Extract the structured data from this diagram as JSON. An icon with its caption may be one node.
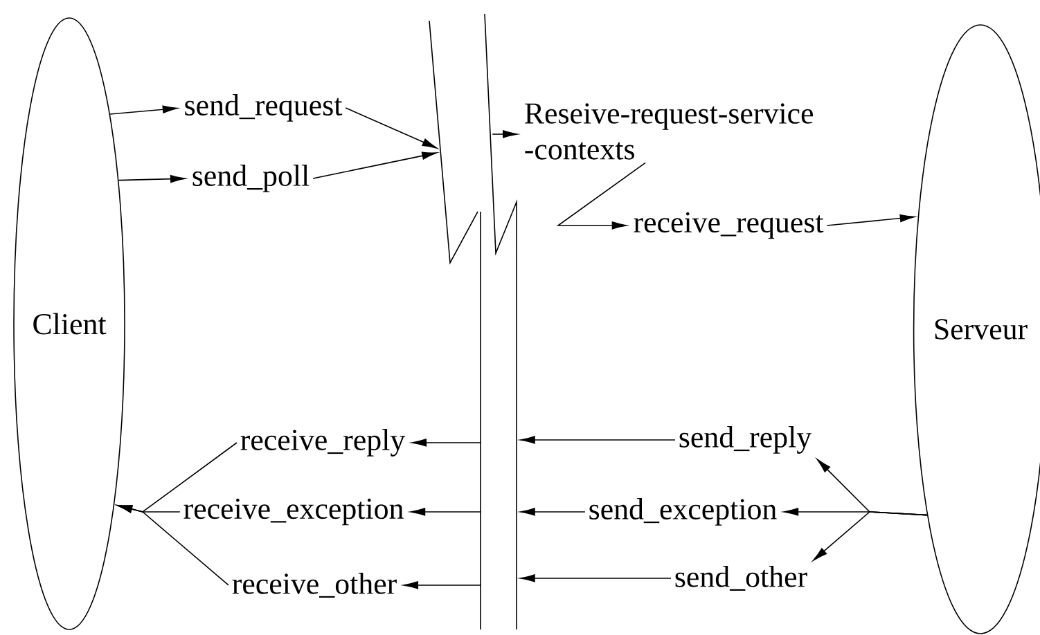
{
  "diagram": {
    "nodes": [
      {
        "text": [
          "Client"
        ]
      },
      {
        "text": [
          "Serveur"
        ]
      },
      {
        "text": [],
        "shape": "bar"
      },
      {
        "text": [],
        "shape": "bar"
      },
      {
        "text": [
          "send_request"
        ]
      },
      {
        "text": [
          "send_poll"
        ]
      },
      {
        "text": [
          "Reseive-request-service -contexts"
        ]
      },
      {
        "text": [
          "receive_request"
        ]
      },
      {
        "text": [
          "receive_reply"
        ]
      },
      {
        "text": [
          "receive_exception"
        ]
      },
      {
        "text": [
          "receive_other"
        ]
      },
      {
        "text": [
          "send_reply"
        ]
      },
      {
        "text": [
          "send_exception"
        ]
      },
      {
        "text": [
          "send_other"
        ]
      }
    ],
    "edges": [
      {
        "from": 0,
        "to": 4,
        "arrow": "to"
      },
      {
        "from": 0,
        "to": 5,
        "arrow": "to"
      },
      {
        "from": 4,
        "to": 2,
        "arrow": "to"
      },
      {
        "from": 5,
        "to": 2,
        "arrow": "to"
      },
      {
        "from": 3,
        "to": 6,
        "arrow": "to"
      },
      {
        "from": 6,
        "to": 7,
        "arrow": "to"
      },
      {
        "from": 7,
        "to": 1,
        "arrow": "to"
      },
      {
        "from": 1,
        "to": 11,
        "arrow": "to"
      },
      {
        "from": 1,
        "to": 12,
        "arrow": "to"
      },
      {
        "from": 1,
        "to": 13,
        "arrow": "to"
      },
      {
        "from": 11,
        "to": 3,
        "arrow": "to"
      },
      {
        "from": 12,
        "to": 3,
        "arrow": "to"
      },
      {
        "from": 13,
        "to": 3,
        "arrow": "to"
      },
      {
        "from": 2,
        "to": 8,
        "arrow": "to"
      },
      {
        "from": 2,
        "to": 9,
        "arrow": "to"
      },
      {
        "from": 2,
        "to": 10,
        "arrow": "to"
      },
      {
        "from": 8,
        "to": 0,
        "arrow": "to"
      },
      {
        "from": 9,
        "to": 0,
        "arrow": "to"
      },
      {
        "from": 10,
        "to": 0,
        "arrow": "to"
      }
    ]
  }
}
